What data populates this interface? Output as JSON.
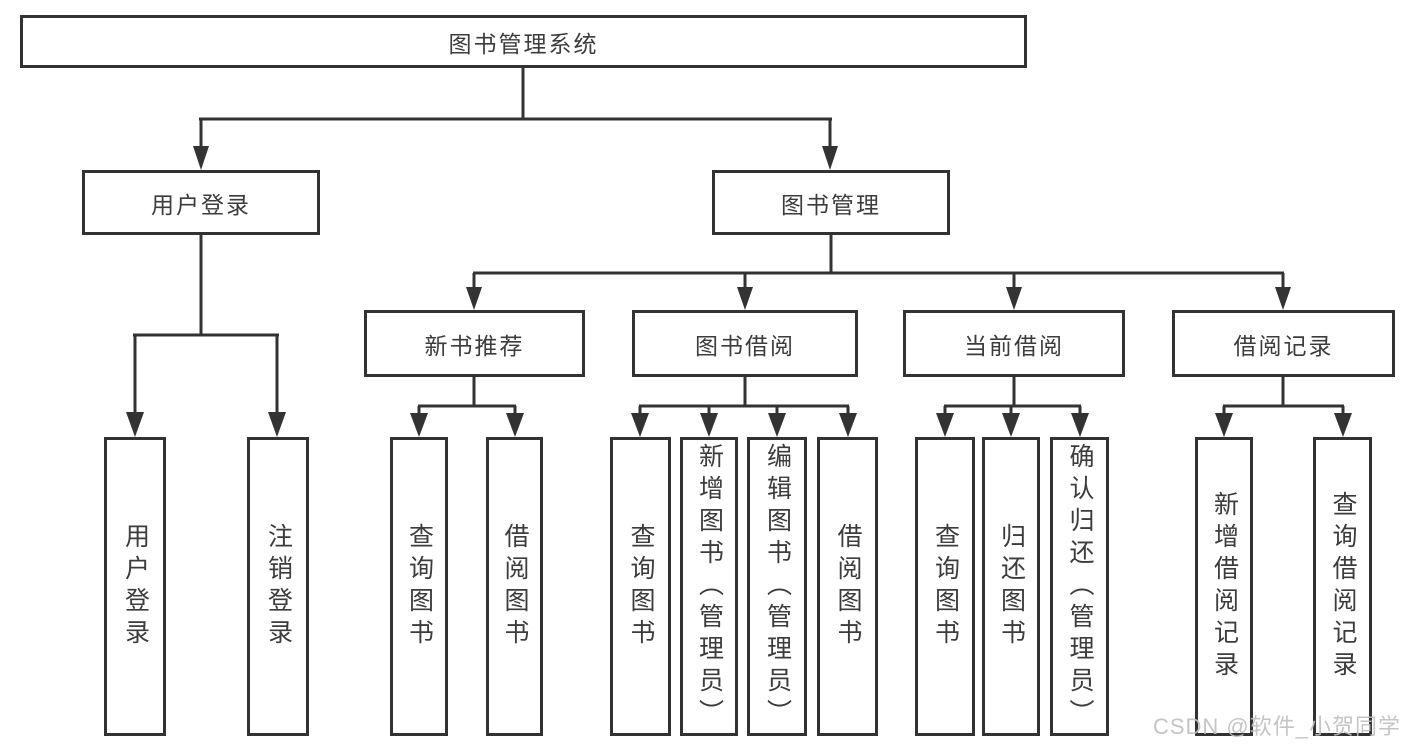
{
  "watermark": "CSDN @软件_小贺同学",
  "colors": {
    "line": "#333333",
    "border": "#323232",
    "text": "#3c3c3c",
    "watermark": "#bfbfbf"
  },
  "tree": {
    "root": {
      "label": "图书管理系统"
    },
    "branches": [
      {
        "label": "用户登录",
        "children": [
          {
            "label": "用户登录"
          },
          {
            "label": "注销登录"
          }
        ]
      },
      {
        "label": "图书管理",
        "children": [
          {
            "label": "新书推荐",
            "children": [
              {
                "label": "查询图书"
              },
              {
                "label": "借阅图书"
              }
            ]
          },
          {
            "label": "图书借阅",
            "children": [
              {
                "label": "查询图书"
              },
              {
                "label": "新增图书（管理员）"
              },
              {
                "label": "编辑图书（管理员）"
              },
              {
                "label": "借阅图书"
              }
            ]
          },
          {
            "label": "当前借阅",
            "children": [
              {
                "label": "查询图书"
              },
              {
                "label": "归还图书"
              },
              {
                "label": "确认归还（管理员）"
              }
            ]
          },
          {
            "label": "借阅记录",
            "children": [
              {
                "label": "新增借阅记录"
              },
              {
                "label": "查询借阅记录"
              }
            ]
          }
        ]
      }
    ]
  }
}
